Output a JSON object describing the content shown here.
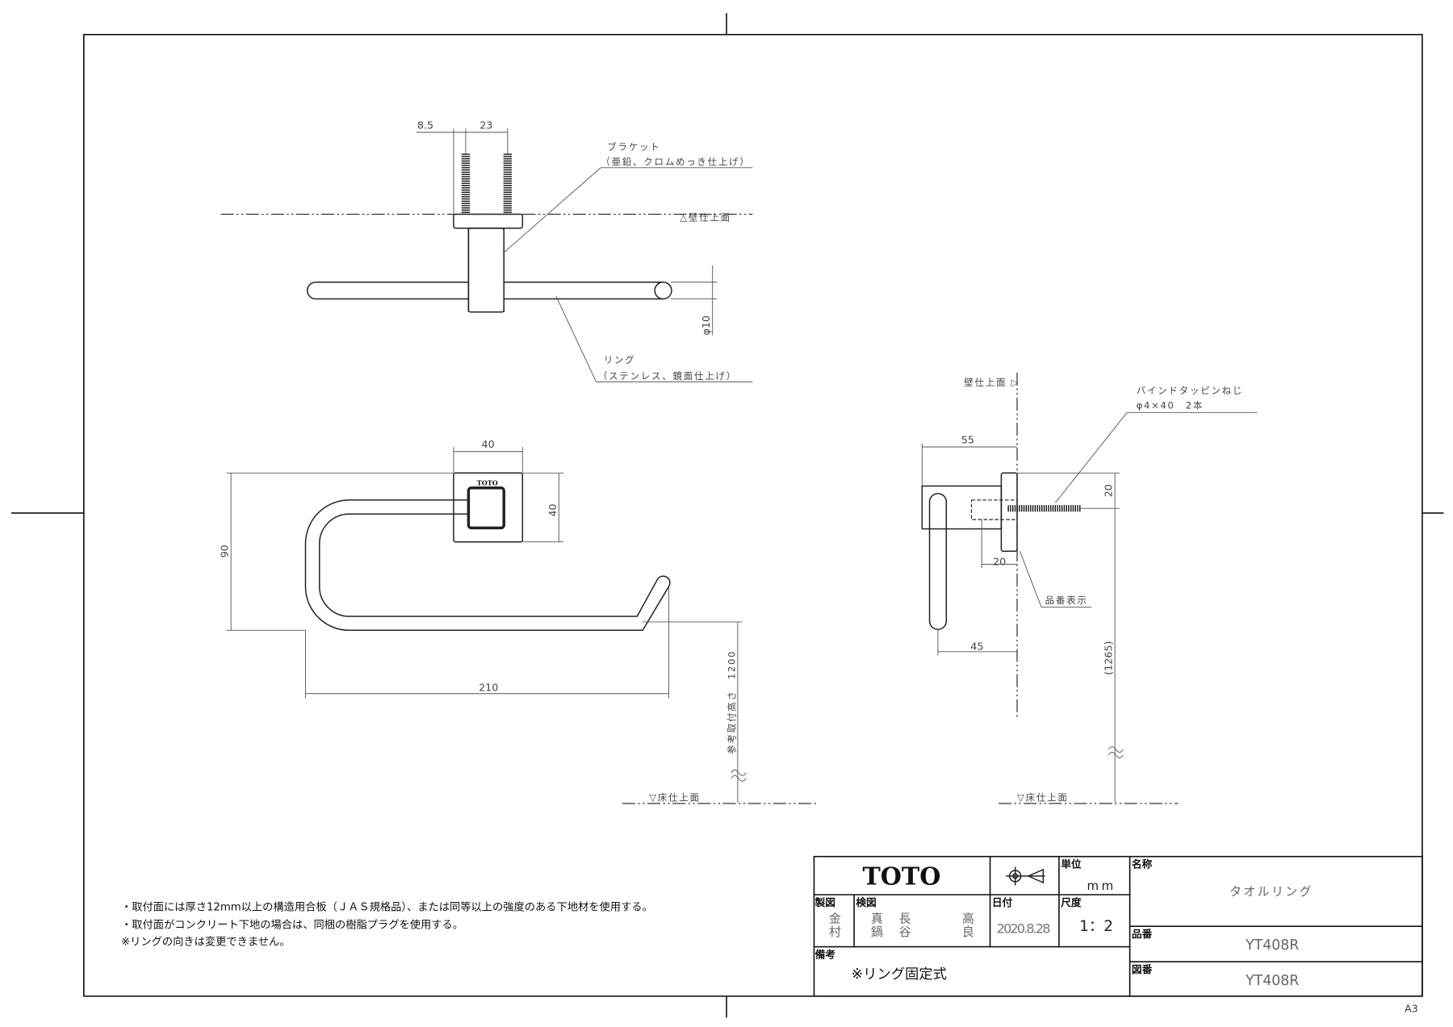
{
  "drawing": {
    "sheet_size": "A3",
    "top_view": {
      "dim_offset": "8.5",
      "dim_pitch": "23",
      "dim_ring_dia": "φ10",
      "wall_label": "△壁仕上面",
      "bracket_label": "ブラケット",
      "bracket_material": "（亜鉛、クロムめっき仕上げ）",
      "ring_label": "リング",
      "ring_material": "（ステンレス、鏡面仕上げ）"
    },
    "front_view": {
      "logo_mark": "TOTO",
      "dim_plate_width": "40",
      "dim_plate_height": "40",
      "dim_height": "90",
      "dim_width": "210",
      "dim_mount_height": "参考取付高さ　1200",
      "floor_label": "▽床仕上面"
    },
    "side_view": {
      "wall_label": "壁仕上面 ▷",
      "dim_depth": "55",
      "dim_top": "20",
      "dim_bracket": "20",
      "dim_ring_depth": "45",
      "dim_height": "(1265)",
      "screw_label": "バインドタッピンねじ",
      "screw_spec": "φ4×40　2本",
      "part_mark_label": "品番表示",
      "floor_label": "▽床仕上面"
    },
    "notes": [
      "・取付面には厚さ12mm以上の構造用合板（ＪＡＳ規格品）、または同等以上の強度のある下地材を使用する。",
      "・取付面がコンクリート下地の場合は、同梱の樹脂プラグを使用する。",
      "※リングの向きは変更できません。"
    ]
  },
  "title_block": {
    "company": "TOTO",
    "unit_label": "単位",
    "unit_value": "mm",
    "name_label": "名称",
    "name_value": "タオルリング",
    "drawn_label": "製図",
    "drawn_by": [
      "金",
      "村"
    ],
    "checked_label": "検図",
    "checked_by": [
      [
        "真",
        "鍋"
      ],
      [
        "長",
        "谷"
      ],
      [
        "高",
        "良"
      ]
    ],
    "date_label": "日付",
    "date_value": "2020.8.28",
    "scale_label": "尺度",
    "scale_value": "1：2",
    "part_no_label": "品番",
    "part_no_value": "YT408R",
    "drawing_no_label": "図番",
    "drawing_no_value": "YT408R",
    "remarks_label": "備考",
    "remarks_value": "※リング固定式"
  }
}
